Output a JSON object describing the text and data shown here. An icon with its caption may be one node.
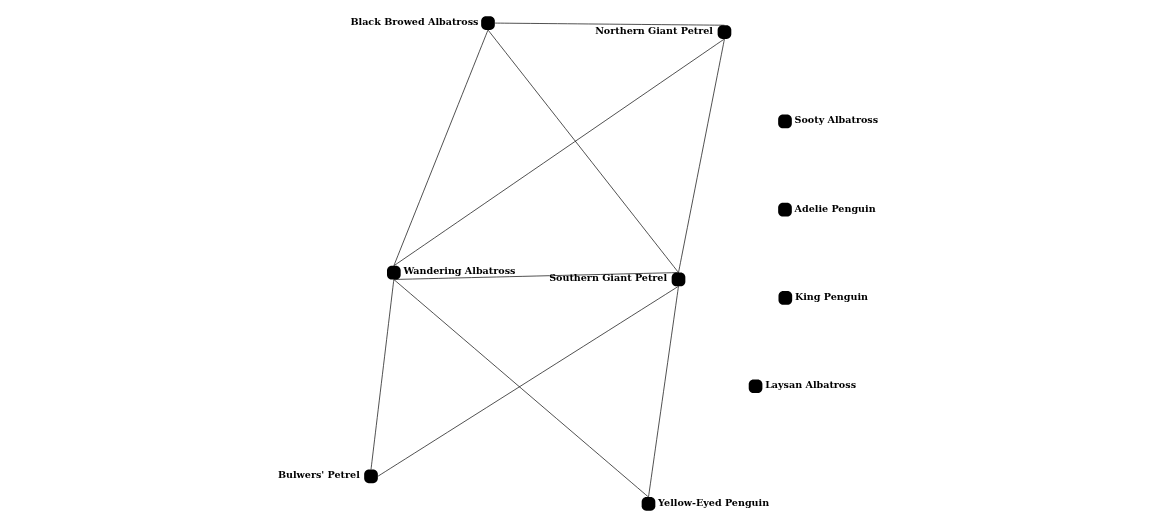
{
  "diagram": {
    "nodes": [
      {
        "text": [],
        "shape": "circle",
        "beside": [
          "King Penguin"
        ]
      },
      {
        "text": [],
        "shape": "circle",
        "beside": [
          "Adelie Penguin"
        ]
      },
      {
        "text": [],
        "shape": "circle",
        "beside": [
          "Bulwers' Petrel"
        ]
      },
      {
        "text": [],
        "shape": "circle",
        "beside": [
          "Southern Giant Petrel"
        ]
      },
      {
        "text": [],
        "shape": "circle",
        "beside": [
          "Yellow-Eyed Penguin"
        ]
      },
      {
        "text": [],
        "shape": "circle",
        "beside": [
          "Laysan Albatross"
        ]
      },
      {
        "text": [],
        "shape": "circle",
        "beside": [
          "Northern Giant Petrel"
        ]
      },
      {
        "text": [],
        "shape": "circle",
        "beside": [
          "Wandering Albatross"
        ]
      },
      {
        "text": [],
        "shape": "circle",
        "beside": [
          "Sooty Albatross"
        ]
      },
      {
        "text": [],
        "shape": "circle",
        "beside": [
          "Black Browed Albatross"
        ]
      }
    ],
    "edges": [
      {
        "from": 2,
        "to": 3,
        "arrow": "none"
      },
      {
        "from": 2,
        "to": 7,
        "arrow": "none"
      },
      {
        "from": 3,
        "to": 4,
        "arrow": "none"
      },
      {
        "from": 3,
        "to": 6,
        "arrow": "none"
      },
      {
        "from": 3,
        "to": 9,
        "arrow": "none"
      },
      {
        "from": 3,
        "to": 7,
        "arrow": "none"
      },
      {
        "from": 4,
        "to": 7,
        "arrow": "none"
      },
      {
        "from": 6,
        "to": 7,
        "arrow": "none"
      },
      {
        "from": 6,
        "to": 9,
        "arrow": "none"
      },
      {
        "from": 9,
        "to": 7,
        "arrow": "none"
      }
    ]
  }
}
